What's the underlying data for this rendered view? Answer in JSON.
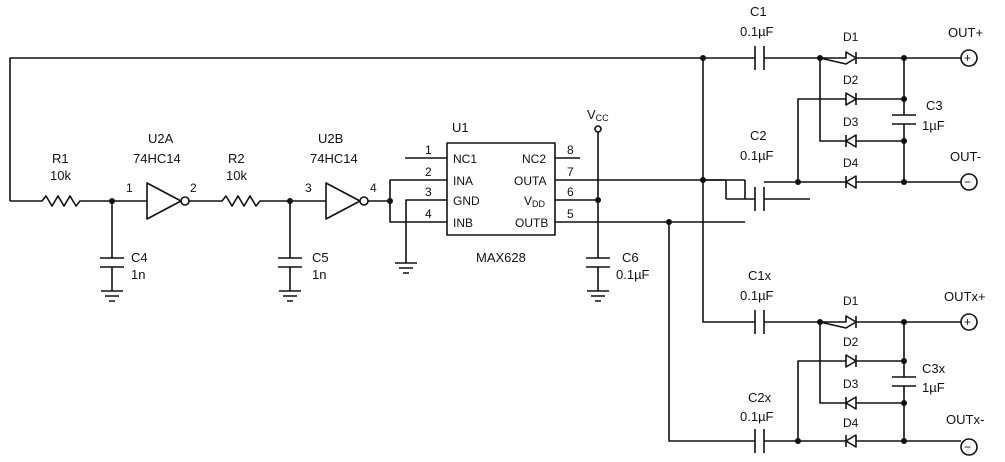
{
  "r1": {
    "ref": "R1",
    "value": "10k"
  },
  "r2": {
    "ref": "R2",
    "value": "10k"
  },
  "u2a": {
    "ref": "U2A",
    "part": "74HC14",
    "pin_in": "1",
    "pin_out": "2"
  },
  "u2b": {
    "ref": "U2B",
    "part": "74HC14",
    "pin_in": "3",
    "pin_out": "4"
  },
  "c4": {
    "ref": "C4",
    "value": "1n"
  },
  "c5": {
    "ref": "C5",
    "value": "1n"
  },
  "c6": {
    "ref": "C6",
    "value": "0.1µF"
  },
  "u1": {
    "ref": "U1",
    "part": "MAX628",
    "left_pins": [
      {
        "num": "1",
        "name": "NC1"
      },
      {
        "num": "2",
        "name": "INA"
      },
      {
        "num": "3",
        "name": "GND"
      },
      {
        "num": "4",
        "name": "INB"
      }
    ],
    "right_pins": [
      {
        "num": "8",
        "name": "NC2"
      },
      {
        "num": "7",
        "name": "OUTA"
      },
      {
        "num": "6",
        "name": "V",
        "sub": "DD"
      },
      {
        "num": "5",
        "name": "OUTB"
      }
    ]
  },
  "vcc": {
    "name": "V",
    "sub": "CC"
  },
  "top": {
    "c1": {
      "ref": "C1",
      "value": "0.1µF"
    },
    "c2": {
      "ref": "C2",
      "value": "0.1µF"
    },
    "c3": {
      "ref": "C3",
      "value": "1µF"
    },
    "d1": "D1",
    "d2": "D2",
    "d3": "D3",
    "d4": "D4",
    "out_pos": "OUT+",
    "out_neg": "OUT-"
  },
  "bottom": {
    "c1": {
      "ref": "C1x",
      "value": "0.1µF"
    },
    "c2": {
      "ref": "C2x",
      "value": "0.1µF"
    },
    "c3": {
      "ref": "C3x",
      "value": "1µF"
    },
    "d1": "D1",
    "d2": "D2",
    "d3": "D3",
    "d4": "D4",
    "out_pos": "OUTx+",
    "out_neg": "OUTx-"
  },
  "symbols": {
    "plus": "+",
    "minus": "−"
  }
}
